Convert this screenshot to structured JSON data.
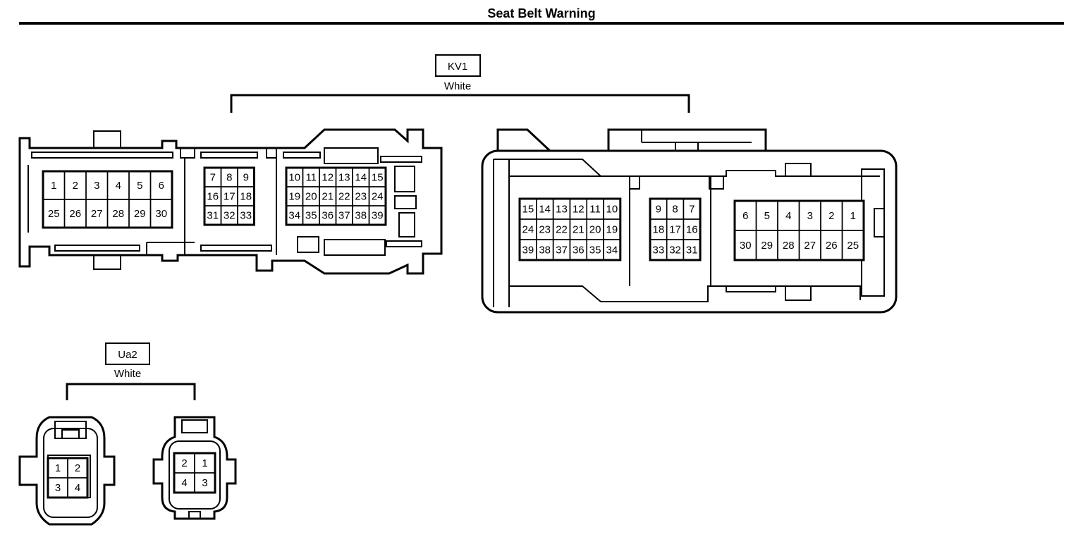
{
  "title": "Seat Belt Warning",
  "connectors": {
    "kv1": {
      "name": "KV1",
      "color": "White",
      "part_a": {
        "left_rows": [
          [
            "1",
            "2",
            "3",
            "4",
            "5",
            "6"
          ],
          [
            "25",
            "26",
            "27",
            "28",
            "29",
            "30"
          ]
        ],
        "mid_rows": [
          [
            "7",
            "8",
            "9"
          ],
          [
            "16",
            "17",
            "18"
          ],
          [
            "31",
            "32",
            "33"
          ]
        ],
        "right_rows": [
          [
            "10",
            "11",
            "12",
            "13",
            "14",
            "15"
          ],
          [
            "19",
            "20",
            "21",
            "22",
            "23",
            "24"
          ],
          [
            "34",
            "35",
            "36",
            "37",
            "38",
            "39"
          ]
        ]
      },
      "part_b": {
        "left_rows": [
          [
            "15",
            "14",
            "13",
            "12",
            "11",
            "10"
          ],
          [
            "24",
            "23",
            "22",
            "21",
            "20",
            "19"
          ],
          [
            "39",
            "38",
            "37",
            "36",
            "35",
            "34"
          ]
        ],
        "mid_rows": [
          [
            "9",
            "8",
            "7"
          ],
          [
            "18",
            "17",
            "16"
          ],
          [
            "33",
            "32",
            "31"
          ]
        ],
        "right_rows": [
          [
            "6",
            "5",
            "4",
            "3",
            "2",
            "1"
          ],
          [
            "30",
            "29",
            "28",
            "27",
            "26",
            "25"
          ]
        ]
      }
    },
    "ua2": {
      "name": "Ua2",
      "color": "White",
      "part_a_rows": [
        [
          "1",
          "2"
        ],
        [
          "3",
          "4"
        ]
      ],
      "part_b_rows": [
        [
          "2",
          "1"
        ],
        [
          "4",
          "3"
        ]
      ]
    }
  }
}
